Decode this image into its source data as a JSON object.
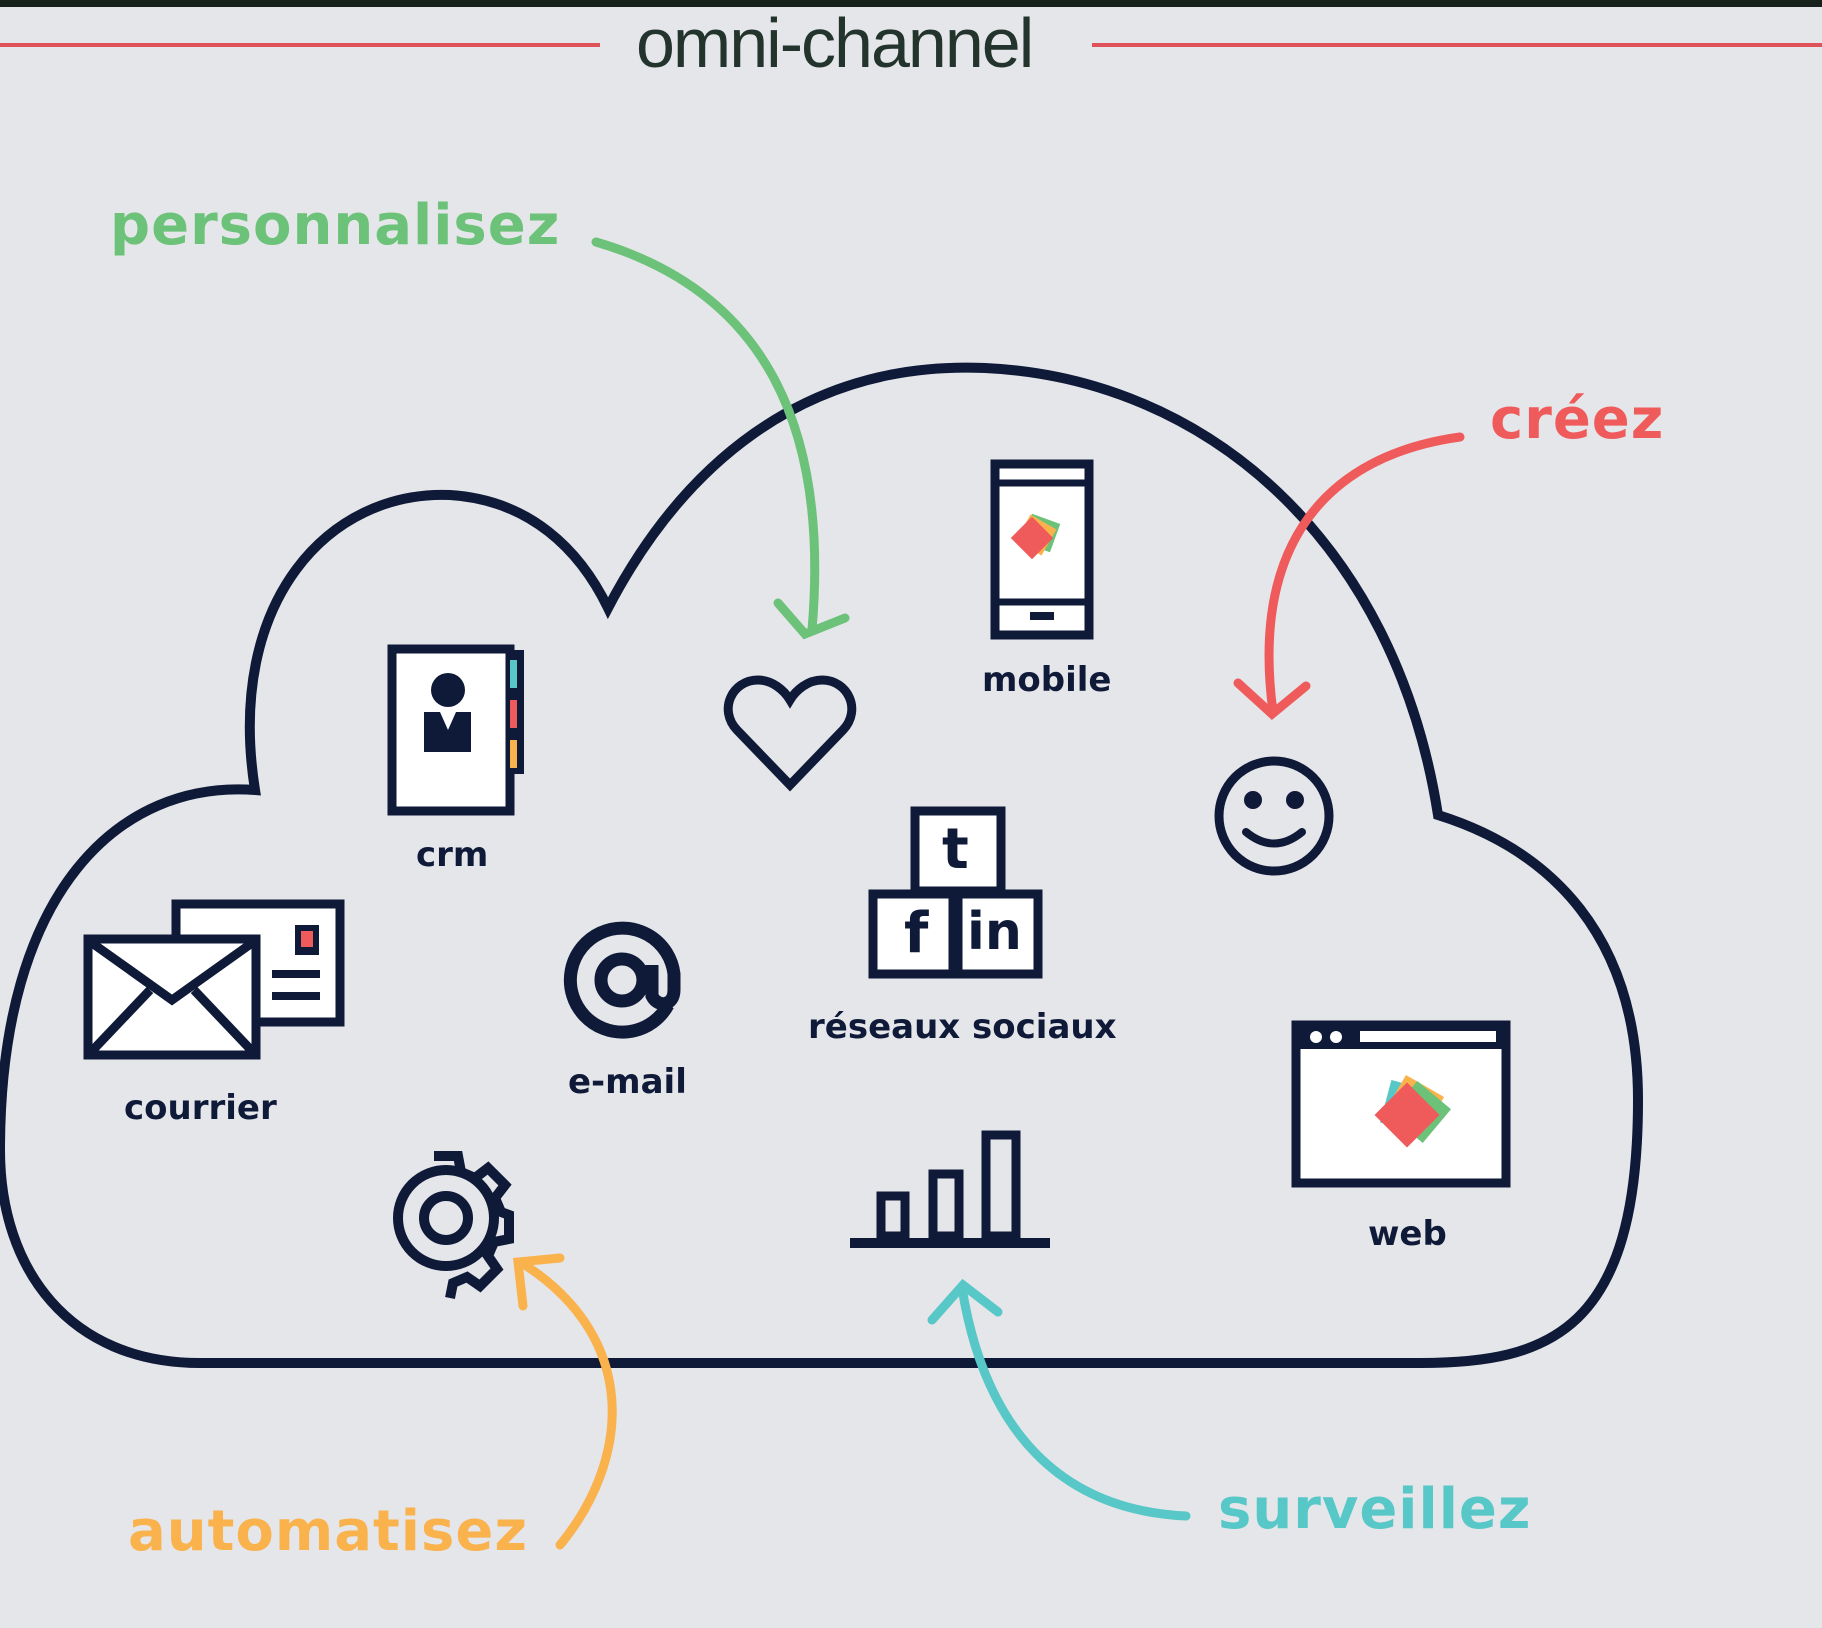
{
  "title": "omni-channel",
  "verbs": {
    "personnalisez": "personnalisez",
    "creez": "créez",
    "automatisez": "automatisez",
    "surveillez": "surveillez"
  },
  "channels": {
    "crm": "crm",
    "mobile": "mobile",
    "courrier": "courrier",
    "email": "e-mail",
    "reseaux": "réseaux sociaux",
    "web": "web"
  },
  "social_letters": {
    "t": "t",
    "f": "f",
    "in": "in"
  },
  "colors": {
    "background": "#e5e6ea",
    "outline": "#0f1a38",
    "personnalisez": "#6bc278",
    "creez": "#ef5a5b",
    "automatisez": "#f9b24c",
    "surveillez": "#57c7c7",
    "title_rule": "#e0525a",
    "title": "#23342c"
  },
  "icons": [
    "contact-card-icon",
    "heart-icon",
    "smartphone-icon",
    "smiley-icon",
    "mail-icon",
    "at-sign-icon",
    "social-blocks-icon",
    "browser-window-icon",
    "gear-icon",
    "bar-chart-icon"
  ]
}
